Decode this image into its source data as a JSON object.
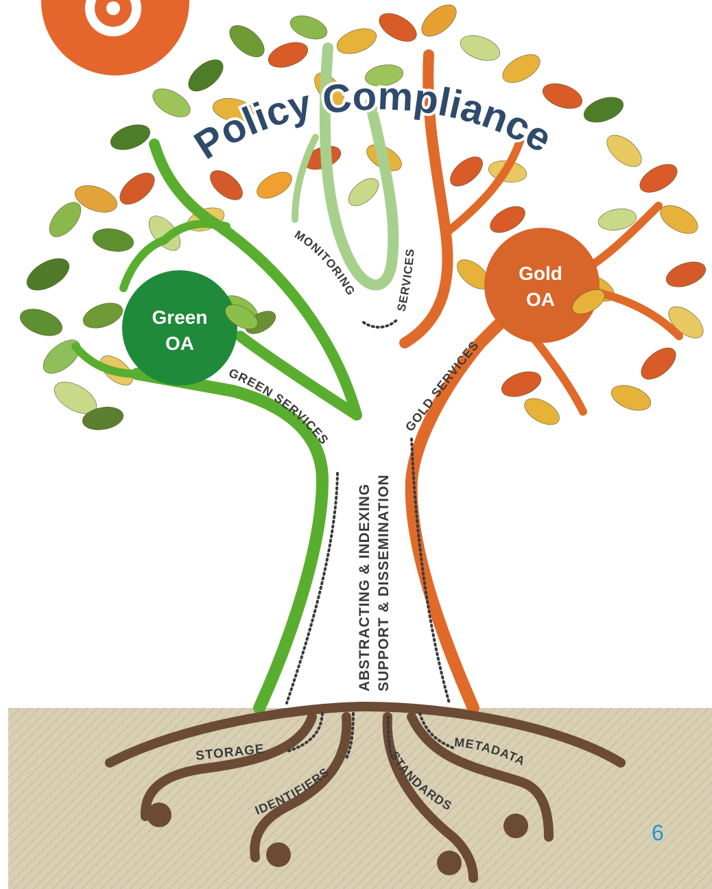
{
  "title": "Policy Compliance",
  "circles": {
    "green": {
      "line1": "Green",
      "line2": "OA"
    },
    "gold": {
      "line1": "Gold",
      "line2": "OA"
    }
  },
  "branch_labels": {
    "monitoring": "MONITORING",
    "services": "SERVICES",
    "green_services": "GREEN SERVICES",
    "gold_services": "GOLD SERVICES"
  },
  "trunk_labels": {
    "line1": "ABSTRACTING & INDEXING",
    "line2": "SUPPORT & DISSEMINATION"
  },
  "root_labels": {
    "storage": "STORAGE",
    "identifiers": "IDENTIFIERS",
    "standards": "STANDARDS",
    "metadata": "METADATA"
  },
  "page_number": "6",
  "colors": {
    "green": "#5aae2f",
    "dark_green": "#1f8a3a",
    "light_green": "#a8d08d",
    "orange": "#e06a2a",
    "gold_circle": "#d8652a",
    "root_brown": "#6b4a36",
    "soil": "#d6ccb0",
    "title_fill": "#2f4a6a",
    "page_number": "#1a9ad6"
  }
}
